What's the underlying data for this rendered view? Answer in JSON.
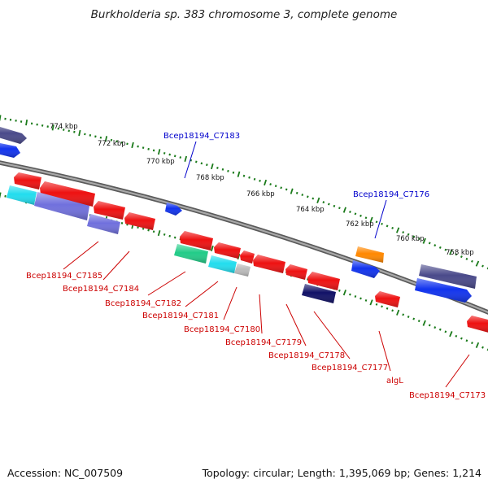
{
  "title": "Burkholderia sp. 383 chromosome 3, complete genome",
  "footer": {
    "accession": "Accession: NC_007509",
    "summary": "Topology: circular; Length: 1,395,069 bp; Genes: 1,214"
  },
  "scale_labels": [
    "774 kbp",
    "772 kbp",
    "770 kbp",
    "768 kbp",
    "766 kbp",
    "764 kbp",
    "762 kbp",
    "760 kbp",
    "758 kbp"
  ],
  "gene_labels": {
    "forward": [
      "Bcep18194_C7183",
      "Bcep18194_C7176"
    ],
    "reverse": [
      "Bcep18194_C7185",
      "Bcep18194_C7184",
      "Bcep18194_C7182",
      "Bcep18194_C7181",
      "Bcep18194_C7180",
      "Bcep18194_C7179",
      "Bcep18194_C7178",
      "Bcep18194_C7177",
      "algL",
      "Bcep18194_C7173"
    ]
  },
  "colors": {
    "backbone": "#7a7a7a",
    "tick": "#1a7a1a",
    "gene_red": "#ee1111",
    "gene_blue": "#1133ee",
    "gene_navy": "#111166",
    "gene_slate": "#4a4a8a",
    "gene_cyan": "#22ddee",
    "gene_lavender": "#7070dd",
    "gene_green": "#22cc88",
    "gene_gray": "#bbbbbb",
    "gene_orange": "#ff8800",
    "label_red": "#cc0000",
    "label_blue": "#0000cc"
  }
}
